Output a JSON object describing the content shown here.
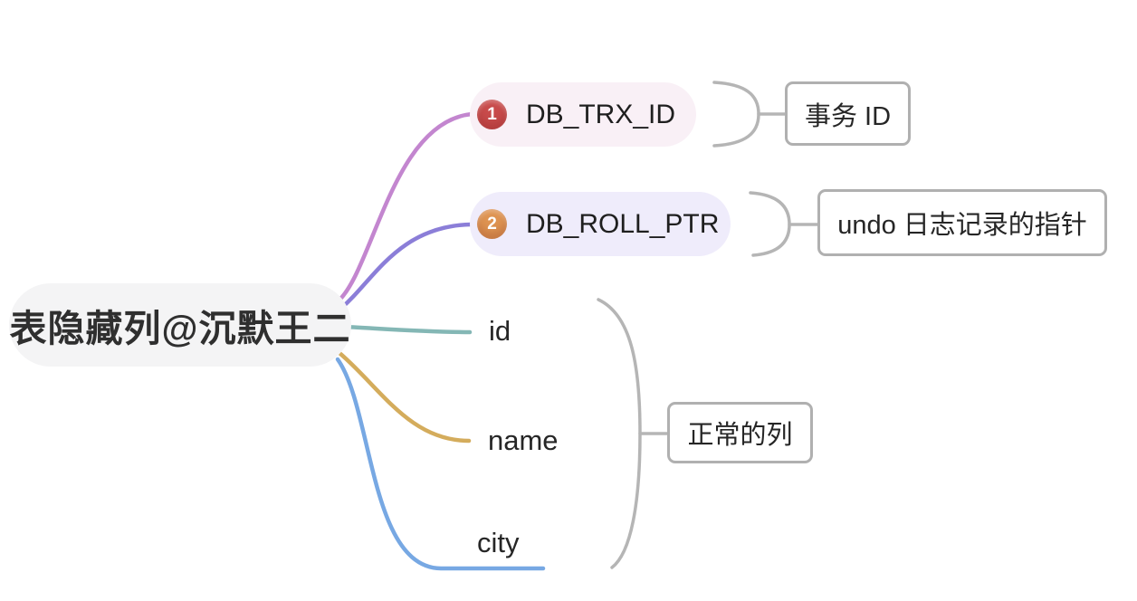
{
  "root": {
    "label": "表隐藏列@沉默王二",
    "bg": "#f4f4f5",
    "text_color": "#2f2f2f"
  },
  "branches": [
    {
      "label": "DB_TRX_ID",
      "badge": "1",
      "badge_color": "#c84b4b",
      "line_color": "#c386cf",
      "pill_bg": "#f9f0f6",
      "callout": "事务 ID"
    },
    {
      "label": "DB_ROLL_PTR",
      "badge": "2",
      "badge_color": "#de9351",
      "line_color": "#8b7ed8",
      "pill_bg": "#efecfb",
      "callout": "undo 日志记录的指针"
    },
    {
      "label": "id",
      "line_color": "#84b7b5"
    },
    {
      "label": "name",
      "line_color": "#d4ac5c"
    },
    {
      "label": "city",
      "line_color": "#77a8e3"
    }
  ],
  "group_callout": {
    "label": "正常的列"
  },
  "colors": {
    "brace": "#b5b5b5",
    "box_border": "#b0b0b0"
  }
}
